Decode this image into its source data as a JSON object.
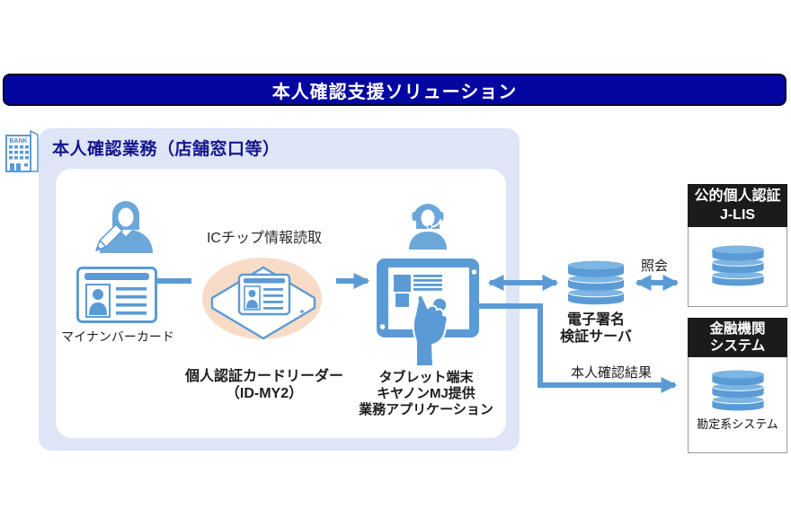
{
  "colors": {
    "banner_bg": "#0505a0",
    "accent_blue": "#5b9bd5",
    "people_blue": "#6ca7d9",
    "container_bg": "#dde5f6",
    "highlight_ellipse": "#f8dcc7",
    "black_header": "#1b1b1b",
    "title_text": "#15158d"
  },
  "icons": {
    "bank_building": "bank-building-icon",
    "customer_person": "person-with-pen-icon",
    "mynumber_card": "id-card-icon",
    "card_reader": "card-reader-with-card-icon",
    "operator_person": "person-with-headset-icon",
    "tablet": "tablet-with-hand-icon",
    "database": "database-cylinder-icon"
  },
  "banner": {
    "title": "本人確認支援ソリューション"
  },
  "workflow_area": {
    "title": "本人確認業務（店舗窓口等）",
    "bank_icon_text": "BANK",
    "ic_chip_label": "ICチップ情報読取",
    "mynumber_label": "マイナンバーカード",
    "reader_label": [
      "個人認証カードリーダー",
      "（ID-MY2）"
    ],
    "tablet_label": [
      "タブレット端末",
      "キヤノンMJ提供",
      "業務アプリケーション"
    ]
  },
  "server": {
    "label": [
      "電子署名",
      "検証サーバ"
    ],
    "inquiry_arrow_label": "照会",
    "result_arrow_label": "本人確認結果"
  },
  "jlis": {
    "header": [
      "公的個人認証",
      "J-LIS"
    ]
  },
  "financial_system": {
    "header": [
      "金融機関",
      "システム"
    ],
    "db_label": "勘定系システム"
  }
}
